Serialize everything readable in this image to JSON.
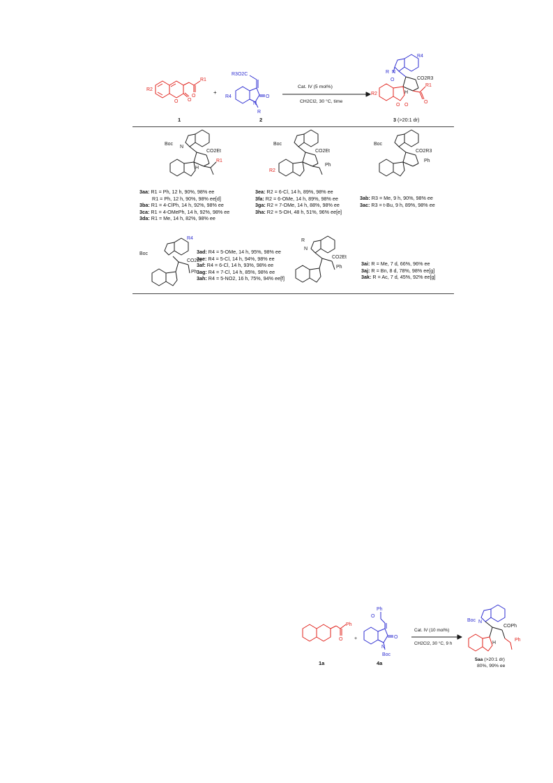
{
  "scheme1": {
    "reactant1_label": "1",
    "reactant2_label": "2",
    "product_label": "3",
    "product_dr": "(>20:1 dr)",
    "plus": "+",
    "cond_top": "Cat. IV (5 mol%)",
    "cond_bottom": "CH2Cl2, 30 °C, time"
  },
  "scope": {
    "group1": [
      {
        "id": "3aa:",
        "text": "R1 = Ph, 12 h, 90%, 98% ee"
      },
      {
        "id": "",
        "text": "R1 = Ph, 12 h, 90%, 98% ee[d]"
      },
      {
        "id": "3ba:",
        "text": "R1 = 4-ClPh, 14 h, 92%, 98% ee"
      },
      {
        "id": "3ca:",
        "text": "R1 = 4-OMePh, 14 h, 92%, 98% ee"
      },
      {
        "id": "3da:",
        "text": "R1 = Me, 14 h, 82%, 98% ee"
      }
    ],
    "group2": [
      {
        "id": "3ea:",
        "text": "R2 = 6-Cl, 14 h, 89%, 98% ee"
      },
      {
        "id": "3fa:",
        "text": "R2 = 6-OMe, 14 h, 89%, 98% ee"
      },
      {
        "id": "3ga:",
        "text": "R2 = 7-OMe, 14 h, 88%, 98% ee"
      },
      {
        "id": "3ha:",
        "text": "R2 = 5-OH, 48 h, 51%, 96% ee[e]"
      }
    ],
    "group3": [
      {
        "id": "3ab:",
        "text": "R3 = Me, 9 h, 90%, 98% ee"
      },
      {
        "id": "3ac:",
        "text": "R3 = t-Bu, 9 h, 89%, 98% ee"
      }
    ],
    "group4": [
      {
        "id": "3ad:",
        "text": "R4 = 5-OMe, 14 h, 95%, 98% ee"
      },
      {
        "id": "3ae:",
        "text": "R4 = 5-Cl, 14 h, 94%, 98% ee"
      },
      {
        "id": "3af:",
        "text": "R4 = 6-Cl, 14 h, 93%, 98% ee"
      },
      {
        "id": "3ag:",
        "text": "R4 = 7-Cl, 14 h, 85%, 98% ee"
      },
      {
        "id": "3ah:",
        "text": "R4 = 5-NO2, 16 h, 75%, 94% ee[f]"
      }
    ],
    "group5": [
      {
        "id": "3ai:",
        "text": "R = Me, 7 d, 66%, 96% ee"
      },
      {
        "id": "3aj:",
        "text": "R = Bn, 8 d, 78%, 98% ee[g]"
      },
      {
        "id": "3ak:",
        "text": "R = Ac, 7 d, 45%, 92% ee[g]"
      }
    ]
  },
  "scheme2": {
    "reactant1_label": "1a",
    "reactant2_label": "4a",
    "plus": "+",
    "cond_top": "Cat. IV (10 mol%)",
    "cond_bottom": "CH2Cl2, 30 °C, 9 h",
    "product_label": "5aa",
    "product_dr": "(>20:1 dr)",
    "product_yield": "80%, 99% ee"
  },
  "atoms": {
    "R1": "R1",
    "R2": "R2",
    "R3O2C": "R3O2C",
    "R4": "R4",
    "R": "R",
    "N": "N",
    "O": "O",
    "H": "H",
    "CO2R3": "CO2R3",
    "CO2Et": "CO2Et",
    "Boc": "Boc",
    "Ph": "Ph",
    "COPh": "COPh"
  },
  "colors": {
    "red": "#e0201a",
    "blue": "#2b2bd0",
    "black": "#1a1a1a"
  }
}
